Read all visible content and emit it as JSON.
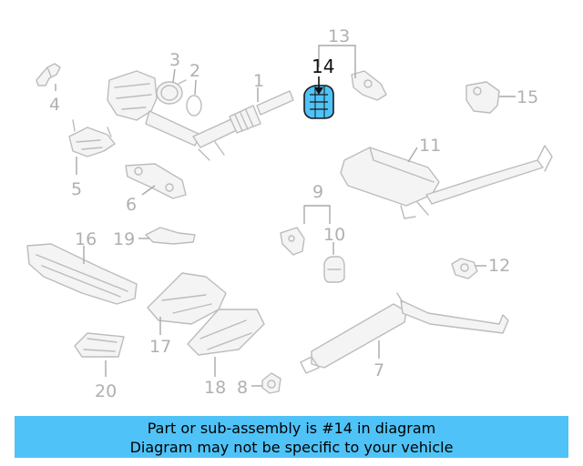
{
  "diagram": {
    "highlight_color": "#4fc3f7",
    "callouts": [
      {
        "id": "c1",
        "text": "1"
      },
      {
        "id": "c2",
        "text": "2"
      },
      {
        "id": "c3",
        "text": "3"
      },
      {
        "id": "c4",
        "text": "4"
      },
      {
        "id": "c5",
        "text": "5"
      },
      {
        "id": "c6",
        "text": "6"
      },
      {
        "id": "c7",
        "text": "7"
      },
      {
        "id": "c8",
        "text": "8"
      },
      {
        "id": "c9",
        "text": "9"
      },
      {
        "id": "c10",
        "text": "10"
      },
      {
        "id": "c11",
        "text": "11"
      },
      {
        "id": "c12",
        "text": "12"
      },
      {
        "id": "c13",
        "text": "13"
      },
      {
        "id": "c14",
        "text": "14",
        "highlighted": true
      },
      {
        "id": "c15",
        "text": "15"
      },
      {
        "id": "c16",
        "text": "16"
      },
      {
        "id": "c17",
        "text": "17"
      },
      {
        "id": "c18",
        "text": "18"
      },
      {
        "id": "c19",
        "text": "19"
      },
      {
        "id": "c20",
        "text": "20"
      }
    ]
  },
  "banner": {
    "line1": "Part or sub-assembly is #14 in diagram",
    "line2": "Diagram may not be specific to your vehicle",
    "color": "#4fc3f7"
  }
}
